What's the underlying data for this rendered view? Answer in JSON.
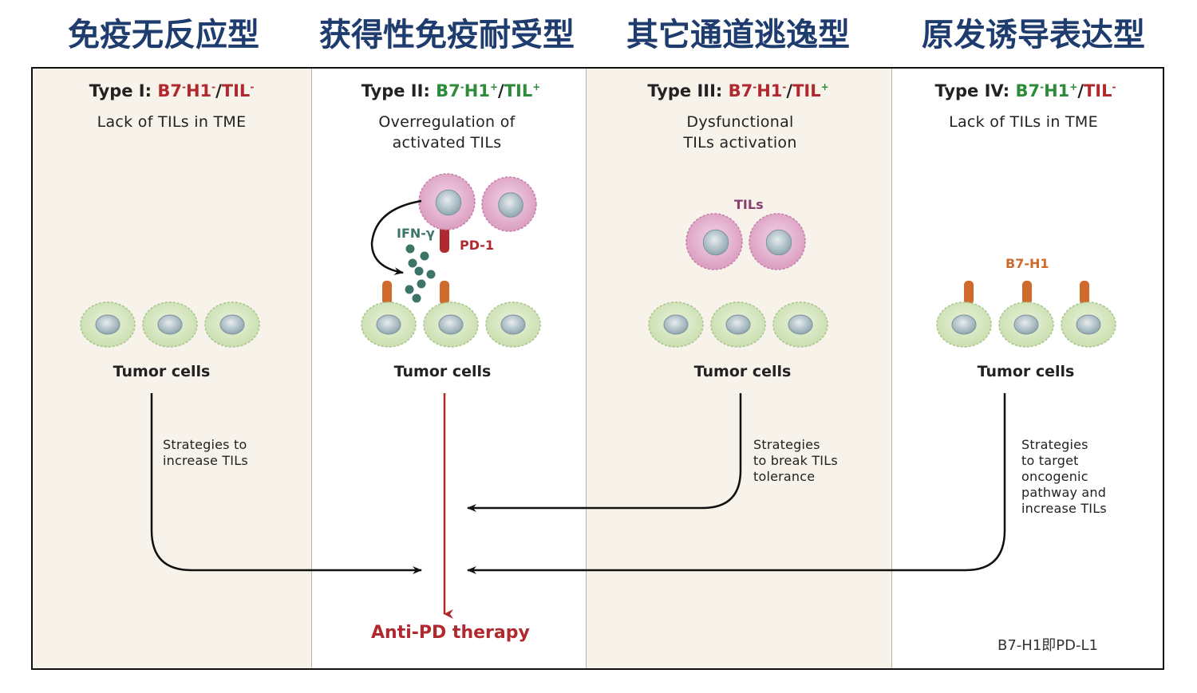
{
  "headers": [
    "免疫无反应型",
    "获得性免疫耐受型",
    "其它通道逃逸型",
    "原发诱导表达型"
  ],
  "panels": [
    {
      "type_label": "Type I: ",
      "marker_a": "B7",
      "marker_a_sup": "-",
      "marker_b": "H1",
      "marker_b_sup": "-",
      "slash": "/",
      "marker_c": "TIL",
      "marker_c_sup": "-",
      "desc": "Lack of TILs in TME",
      "tumor_label": "Tumor cells",
      "strategy": "Strategies to\nincrease TILs"
    },
    {
      "type_label": "Type II: ",
      "marker_a": "B7",
      "marker_a_sup": "-",
      "marker_b": "H1",
      "marker_b_sup": "+",
      "slash": "/",
      "marker_c": "TIL",
      "marker_c_sup": "+",
      "desc": "Overregulation of\nactivated TILs",
      "tumor_label": "Tumor cells",
      "ifn_label": "IFN-γ",
      "pd1_label": "PD-1"
    },
    {
      "type_label": "Type III: ",
      "marker_a": "B7",
      "marker_a_sup": "-",
      "marker_b": "H1",
      "marker_b_sup": "-",
      "slash": "/",
      "marker_c": "TIL",
      "marker_c_sup": "+",
      "desc": "Dysfunctional\nTILs activation",
      "til_label": "TILs",
      "tumor_label": "Tumor cells",
      "strategy": "Strategies\nto break TILs\ntolerance"
    },
    {
      "type_label": "Type IV: ",
      "marker_a": "B7",
      "marker_a_sup": "-",
      "marker_b": "H1",
      "marker_b_sup": "+",
      "slash": "/",
      "marker_c": "TIL",
      "marker_c_sup": "-",
      "desc": "Lack of TILs in TME",
      "b7h1_label": "B7-H1",
      "tumor_label": "Tumor cells",
      "strategy": "Strategies\nto target\noncogenic\npathway and\nincrease TILs"
    }
  ],
  "therapy_label": "Anti-PD therapy",
  "note": "B7-H1即PD-L1",
  "colors": {
    "header_text": "#1f3c6e",
    "red_marker": "#b0292f",
    "green_marker": "#2e8b3a",
    "tumor_cell": "#d5e6c0",
    "til_cell": "#e8b8d2",
    "receptor": "#d06a2c",
    "ifn_dots": "#3c7468",
    "panel_beige": "#f7f2ea"
  }
}
